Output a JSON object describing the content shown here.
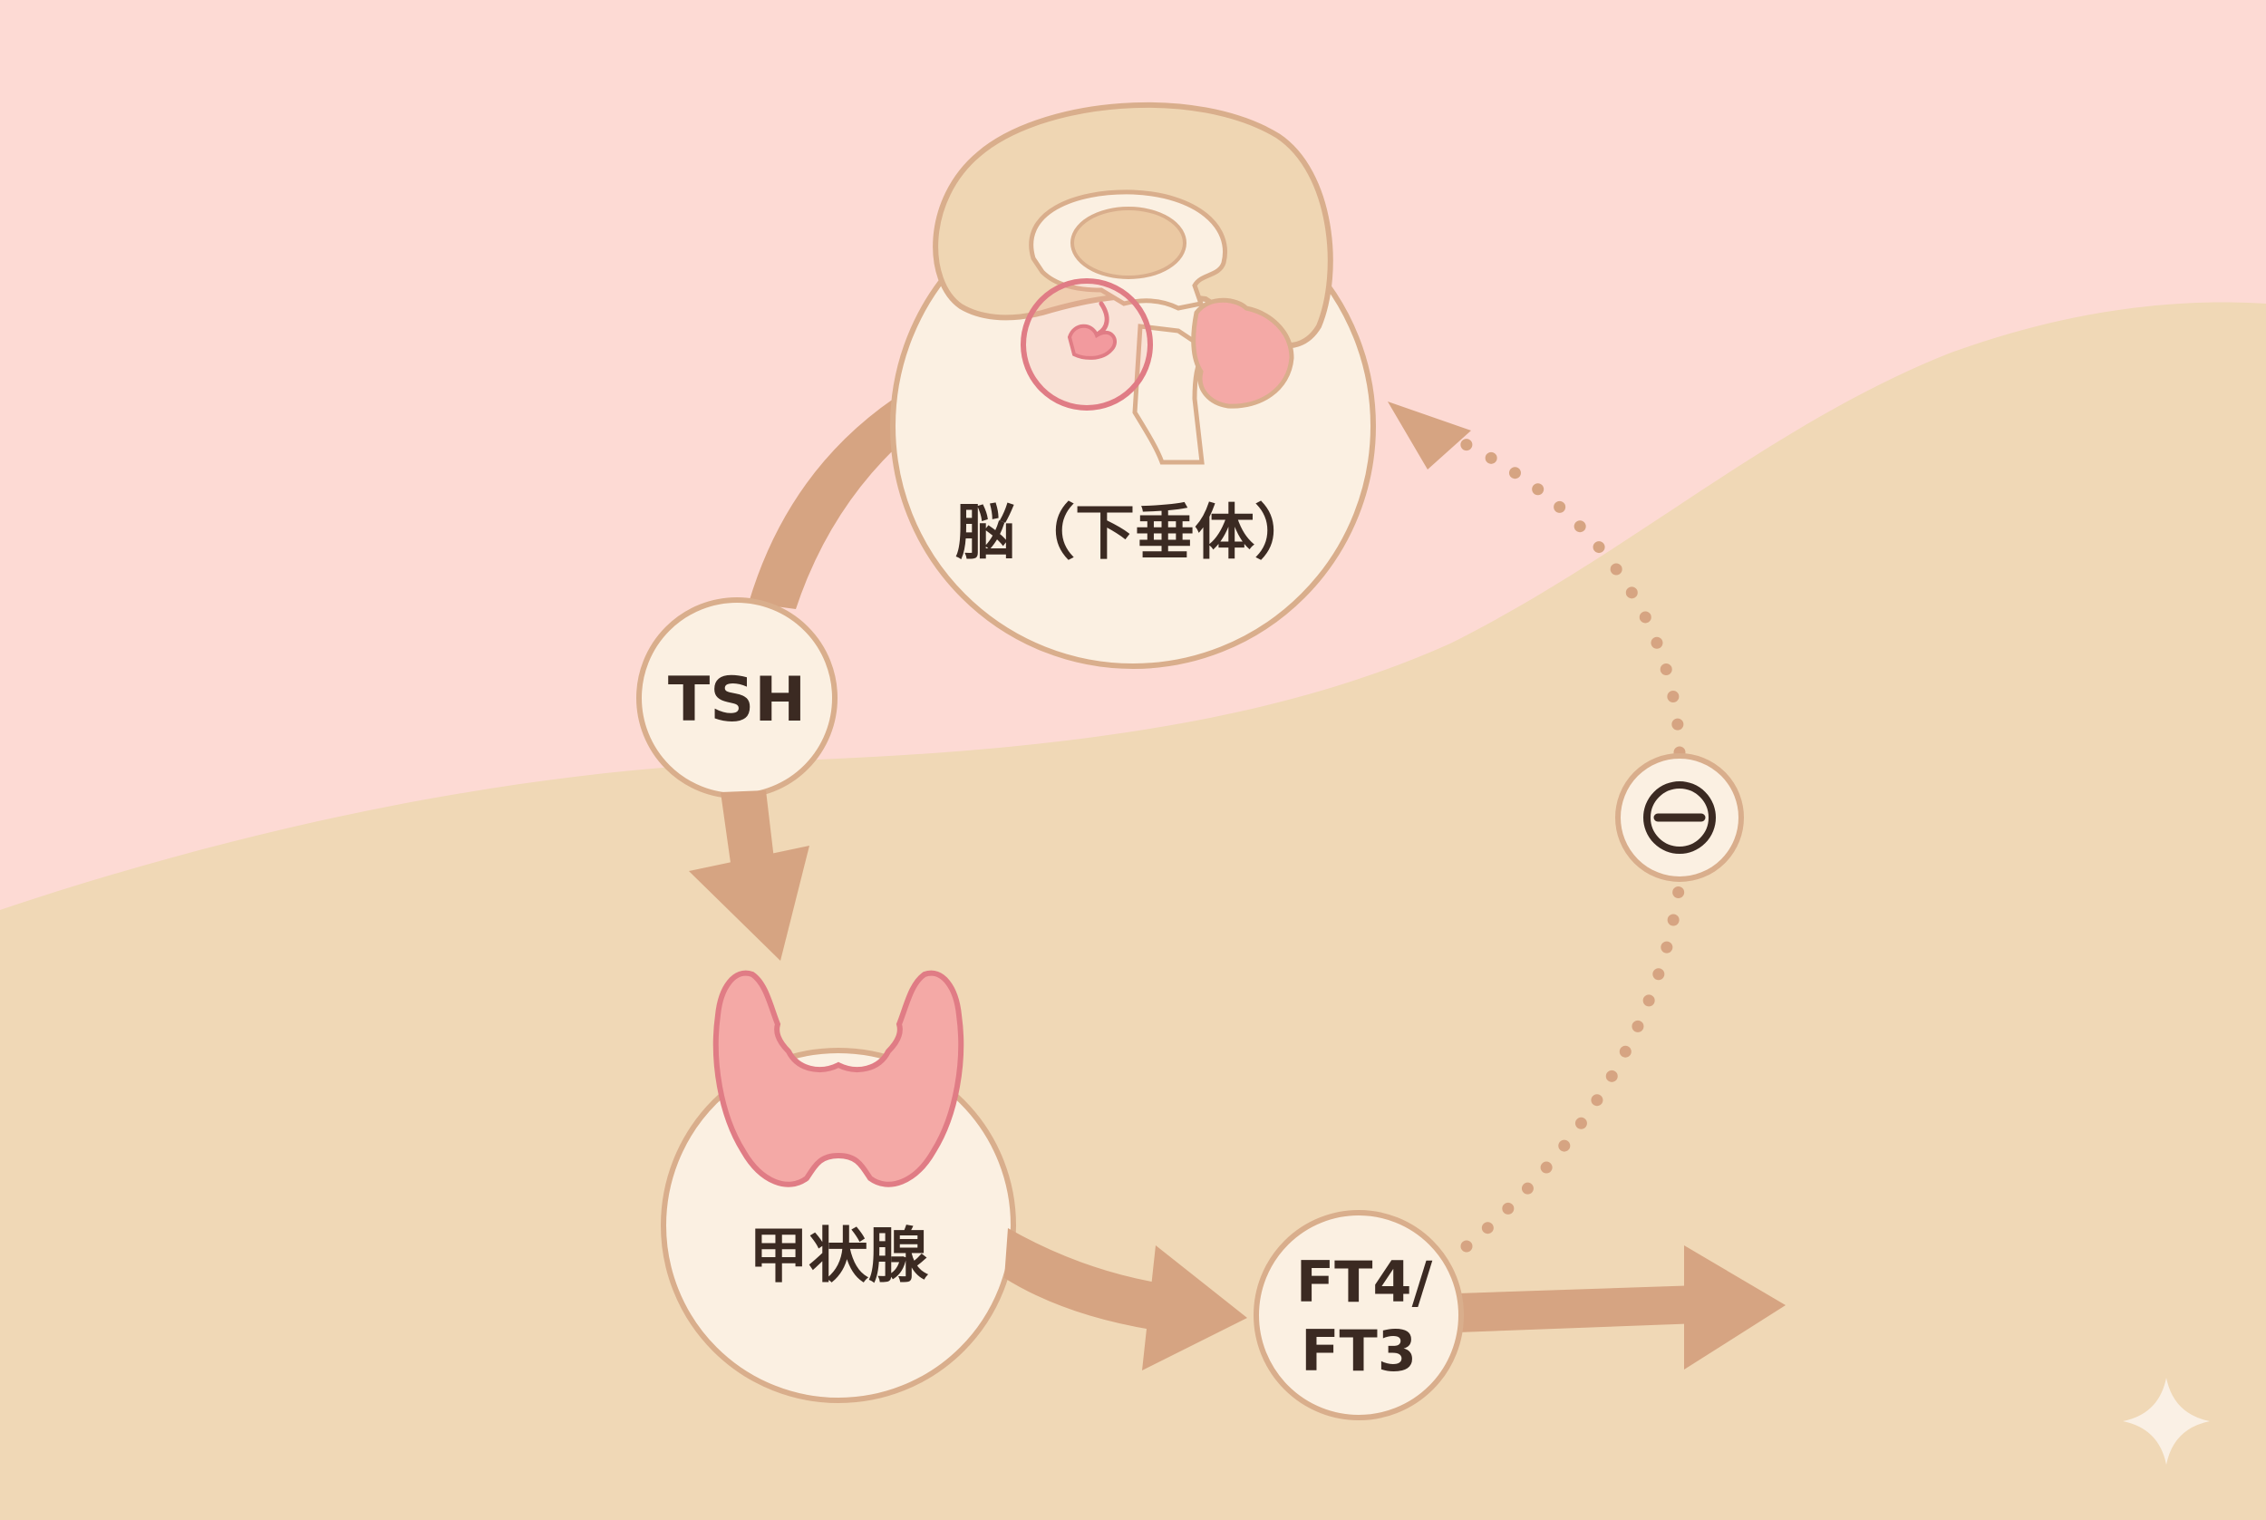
{
  "colors": {
    "bg_top": "#FDDAD4",
    "bg_bottom": "#F0D8B6",
    "node_fill": "#FBF0E2",
    "node_stroke": "#D9AE8C",
    "arrow": "#D6A482",
    "accent_pink": "#F4A9A6",
    "accent_pink_stroke": "#E07C85",
    "brain_tan": "#EFD6B3",
    "thalamus_tan": "#EBC9A3",
    "text_dark": "#3B2A22",
    "sparkle": "#FBF3EA"
  },
  "nodes": {
    "brain": {
      "label": "脳（下垂体）",
      "icon": "brain-icon",
      "highlight_icon": "pituitary-highlight-icon"
    },
    "tsh": {
      "label": "TSH"
    },
    "thyroid": {
      "label": "甲状腺",
      "icon": "thyroid-gland-icon"
    },
    "hormones": {
      "label_line1": "FT4/",
      "label_line2": "FT3"
    },
    "feedback": {
      "icon": "minus-circle-icon"
    }
  },
  "decorations": {
    "corner_icon": "sparkle-icon"
  }
}
